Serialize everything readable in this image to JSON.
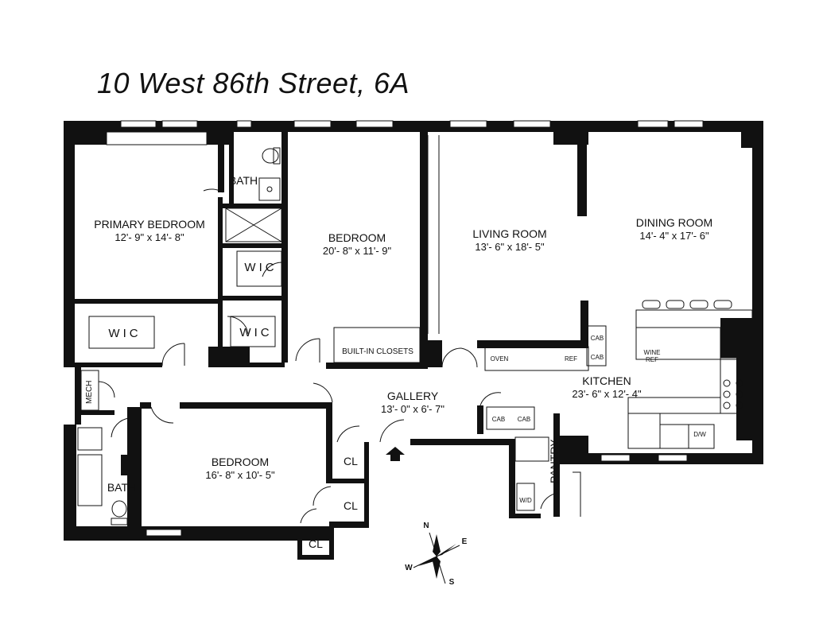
{
  "title": "10 West 86th Street, 6A",
  "rooms": {
    "primary_bedroom": {
      "name": "PRIMARY BEDROOM",
      "dim": "12'- 9\" x 14'- 8\""
    },
    "bedroom_2": {
      "name": "BEDROOM",
      "dim": "20'- 8\" x 11'- 9\""
    },
    "living_room": {
      "name": "LIVING ROOM",
      "dim": "13'- 6\" x 18'- 5\""
    },
    "dining_room": {
      "name": "DINING ROOM",
      "dim": "14'- 4\" x 17'- 6\""
    },
    "bedroom_3": {
      "name": "BEDROOM",
      "dim": "16'- 8\" x 10'- 5\""
    },
    "gallery": {
      "name": "GALLERY",
      "dim": "13'- 0\" x 6'- 7\""
    },
    "kitchen": {
      "name": "KITCHEN",
      "dim": "23'- 6\" x 12'- 4\""
    }
  },
  "labels": {
    "bath_top": "BATH",
    "bath_left": "BATH",
    "wic": "WIC",
    "mech": "MECH",
    "builtin": "BUILT-IN CLOSETS",
    "cl": "CL",
    "pantry": "PANTRY",
    "oven": "OVEN",
    "ref": "REF",
    "cab": "CAB",
    "wine": "WINE",
    "wd": "W/D",
    "dw": "D/W"
  },
  "compass": {
    "n": "N",
    "e": "E",
    "s": "S",
    "w": "W"
  }
}
